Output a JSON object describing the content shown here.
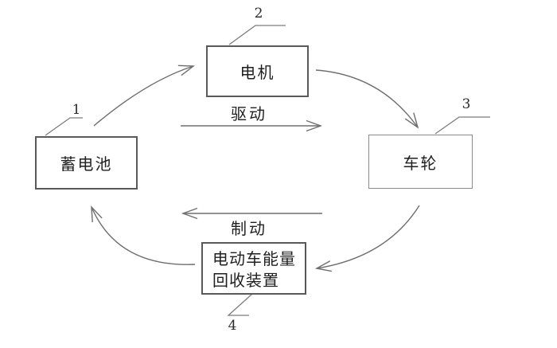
{
  "diagram": {
    "type": "cycle-flow-diagram",
    "background": "#ffffff",
    "colors": {
      "arrow_line": "#6e6e6e",
      "leader_line": "#7c7c7c",
      "box_border_dark": "#595959",
      "box_border_light": "#8a8a8a",
      "text": "#1f1f1f"
    },
    "boxes": [
      {
        "ref": "1",
        "label": "蓄电池"
      },
      {
        "ref": "2",
        "label": "电机"
      },
      {
        "ref": "3",
        "label": "车轮"
      },
      {
        "ref": "4",
        "label_line1": "电动车能量",
        "label_line2": "回收装置"
      }
    ],
    "flow_labels": {
      "drive": "驱动",
      "brake": "制动"
    },
    "connections": [
      "battery-to-motor",
      "motor-to-wheel",
      "wheel-to-recovery",
      "recovery-to-battery",
      "drive-arrow-right",
      "brake-arrow-left"
    ]
  }
}
